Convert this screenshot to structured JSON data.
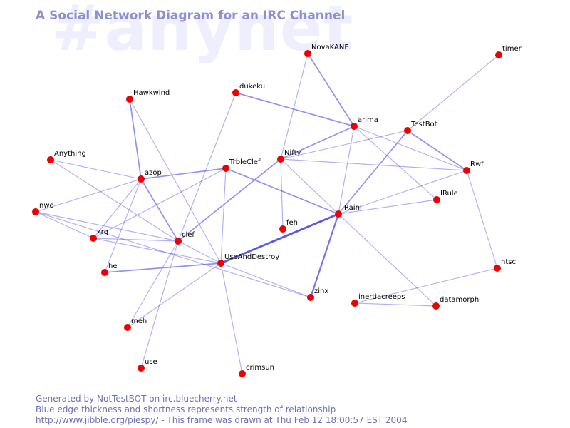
{
  "watermark": "#anynet",
  "title": "A Social Network Diagram for an IRC Channel",
  "footer": {
    "line1": "Generated by NotTestBOT on irc.bluecherry.net",
    "line2": "Blue edge thickness and shortness represents strength of relationship",
    "line3": "http://www.jibble.org/piespy/ - This frame was drawn at Thu Feb 12 18:00:57 EST 2004"
  },
  "colors": {
    "node": "#ee0000",
    "edge": "#5555ee",
    "title": "#8b8fd4",
    "watermark": "#eeeefc"
  },
  "nodes": [
    {
      "id": "NovaKANE",
      "label": "NovaKANE"
    },
    {
      "id": "timer",
      "label": "timer"
    },
    {
      "id": "Hawkwind",
      "label": "Hawkwind"
    },
    {
      "id": "dukeku",
      "label": "dukeku"
    },
    {
      "id": "arima",
      "label": "arima"
    },
    {
      "id": "TestBot",
      "label": "TestBot"
    },
    {
      "id": "Anything",
      "label": "Anything"
    },
    {
      "id": "azop",
      "label": "azop"
    },
    {
      "id": "TrbleClef",
      "label": "TrbleClef"
    },
    {
      "id": "Nifty",
      "label": "Nifty"
    },
    {
      "id": "Rwf",
      "label": "Rwf"
    },
    {
      "id": "IRule",
      "label": "IRule"
    },
    {
      "id": "nwo",
      "label": "nwo"
    },
    {
      "id": "IRainI",
      "label": "IRainI"
    },
    {
      "id": "feh",
      "label": "feh"
    },
    {
      "id": "krg",
      "label": "krg"
    },
    {
      "id": "clef",
      "label": "clef"
    },
    {
      "id": "UseAndDestroy",
      "label": "UseAndDestroy"
    },
    {
      "id": "ntsc",
      "label": "ntsc"
    },
    {
      "id": "he",
      "label": "he"
    },
    {
      "id": "zinx",
      "label": "zinx"
    },
    {
      "id": "inertiacreeps",
      "label": "inertiacreeps"
    },
    {
      "id": "datamorph",
      "label": "datamorph"
    },
    {
      "id": "meh",
      "label": "meh"
    },
    {
      "id": "use",
      "label": "use"
    },
    {
      "id": "crimsun",
      "label": "crimsun"
    }
  ],
  "edges": [
    {
      "source": "NovaKANE",
      "target": "arima",
      "strength": 2
    },
    {
      "source": "NovaKANE",
      "target": "Nifty",
      "strength": 1
    },
    {
      "source": "timer",
      "target": "TestBot",
      "strength": 1
    },
    {
      "source": "Hawkwind",
      "target": "azop",
      "strength": 2
    },
    {
      "source": "Hawkwind",
      "target": "UseAndDestroy",
      "strength": 1
    },
    {
      "source": "dukeku",
      "target": "arima",
      "strength": 2
    },
    {
      "source": "dukeku",
      "target": "clef",
      "strength": 1
    },
    {
      "source": "arima",
      "target": "Nifty",
      "strength": 2
    },
    {
      "source": "arima",
      "target": "IRainI",
      "strength": 1
    },
    {
      "source": "arima",
      "target": "Rwf",
      "strength": 1
    },
    {
      "source": "arima",
      "target": "IRule",
      "strength": 1
    },
    {
      "source": "TestBot",
      "target": "Rwf",
      "strength": 2
    },
    {
      "source": "TestBot",
      "target": "IRainI",
      "strength": 2
    },
    {
      "source": "TestBot",
      "target": "Nifty",
      "strength": 1
    },
    {
      "source": "Nifty",
      "target": "Rwf",
      "strength": 1
    },
    {
      "source": "Nifty",
      "target": "feh",
      "strength": 1
    },
    {
      "source": "Nifty",
      "target": "clef",
      "strength": 2
    },
    {
      "source": "Nifty",
      "target": "IRainI",
      "strength": 1
    },
    {
      "source": "Rwf",
      "target": "IRainI",
      "strength": 1
    },
    {
      "source": "Rwf",
      "target": "ntsc",
      "strength": 1
    },
    {
      "source": "IRule",
      "target": "IRainI",
      "strength": 1
    },
    {
      "source": "Anything",
      "target": "azop",
      "strength": 1
    },
    {
      "source": "Anything",
      "target": "clef",
      "strength": 1
    },
    {
      "source": "azop",
      "target": "TrbleClef",
      "strength": 2
    },
    {
      "source": "azop",
      "target": "nwo",
      "strength": 1
    },
    {
      "source": "azop",
      "target": "krg",
      "strength": 1
    },
    {
      "source": "azop",
      "target": "he",
      "strength": 1
    },
    {
      "source": "azop",
      "target": "clef",
      "strength": 2
    },
    {
      "source": "TrbleClef",
      "target": "IRainI",
      "strength": 2
    },
    {
      "source": "TrbleClef",
      "target": "UseAndDestroy",
      "strength": 1
    },
    {
      "source": "TrbleClef",
      "target": "krg",
      "strength": 1
    },
    {
      "source": "nwo",
      "target": "krg",
      "strength": 1
    },
    {
      "source": "nwo",
      "target": "clef",
      "strength": 1
    },
    {
      "source": "nwo",
      "target": "zinx",
      "strength": 1
    },
    {
      "source": "IRainI",
      "target": "UseAndDestroy",
      "strength": 4
    },
    {
      "source": "IRainI",
      "target": "zinx",
      "strength": 3
    },
    {
      "source": "IRainI",
      "target": "datamorph",
      "strength": 1
    },
    {
      "source": "krg",
      "target": "clef",
      "strength": 1
    },
    {
      "source": "krg",
      "target": "UseAndDestroy",
      "strength": 1
    },
    {
      "source": "clef",
      "target": "meh",
      "strength": 1
    },
    {
      "source": "clef",
      "target": "use",
      "strength": 1
    },
    {
      "source": "clef",
      "target": "UseAndDestroy",
      "strength": 1
    },
    {
      "source": "UseAndDestroy",
      "target": "he",
      "strength": 2
    },
    {
      "source": "UseAndDestroy",
      "target": "crimsun",
      "strength": 1
    },
    {
      "source": "UseAndDestroy",
      "target": "meh",
      "strength": 1
    },
    {
      "source": "UseAndDestroy",
      "target": "zinx",
      "strength": 1
    },
    {
      "source": "ntsc",
      "target": "inertiacreeps",
      "strength": 1
    },
    {
      "source": "inertiacreeps",
      "target": "datamorph",
      "strength": 1
    }
  ]
}
